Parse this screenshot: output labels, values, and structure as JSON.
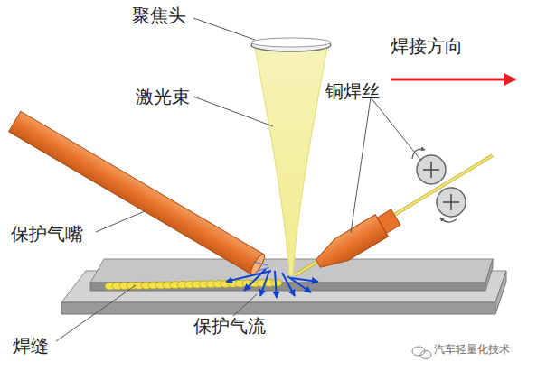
{
  "diagram": {
    "labels": [
      "聚焦头",
      "激光束",
      "铜焊丝",
      "焊接方向",
      "保护气嘴",
      "焊缝",
      "保护气流",
      "汽车轻量化技术"
    ]
  }
}
